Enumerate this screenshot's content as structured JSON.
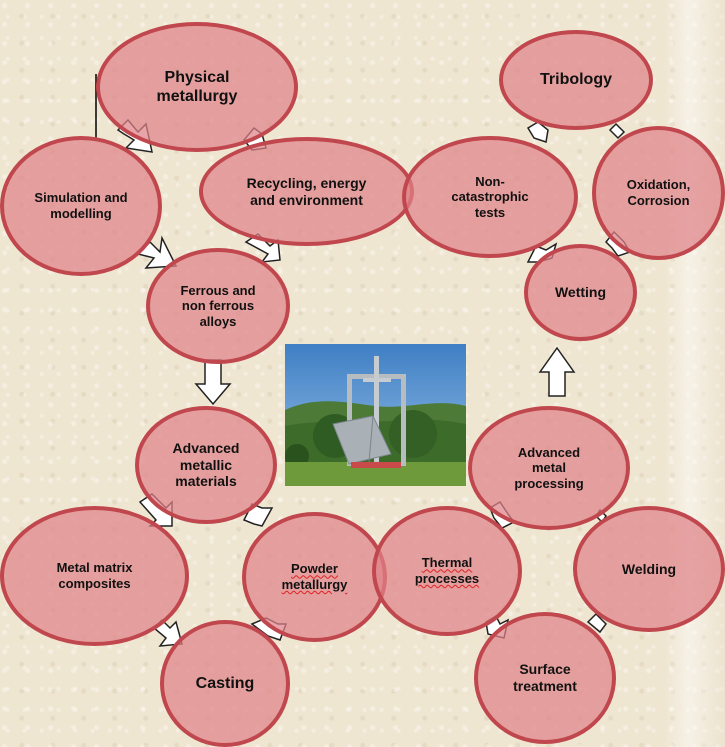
{
  "nodes": {
    "physical_metallurgy": "Physical\nmetallurgy",
    "simulation_modelling": "Simulation and\nmodelling",
    "recycling": "Recycling, energy\nand environment",
    "ferrous_alloys": "Ferrous and\nnon ferrous\nalloys",
    "advanced_materials": "Advanced\nmetallic\nmaterials",
    "metal_matrix": "Metal matrix\ncomposites",
    "powder_metallurgy": "Powder\nmetallurgy",
    "casting": "Casting",
    "thermal_processes": "Thermal\nprocesses",
    "advanced_processing": "Advanced\nmetal\nprocessing",
    "welding": "Welding",
    "surface_treatment": "Surface\ntreatment",
    "wetting": "Wetting",
    "non_catastrophic": "Non-\ncatastrophic\ntests",
    "tribology": "Tribology",
    "oxidation": "Oxidation,\nCorrosion"
  },
  "colors": {
    "node_fill": "#df8288",
    "node_border": "#c0474e",
    "background": "#efe6d2"
  },
  "photo": {
    "subject": "monument sculpture with open book and cross, trees and hills"
  }
}
